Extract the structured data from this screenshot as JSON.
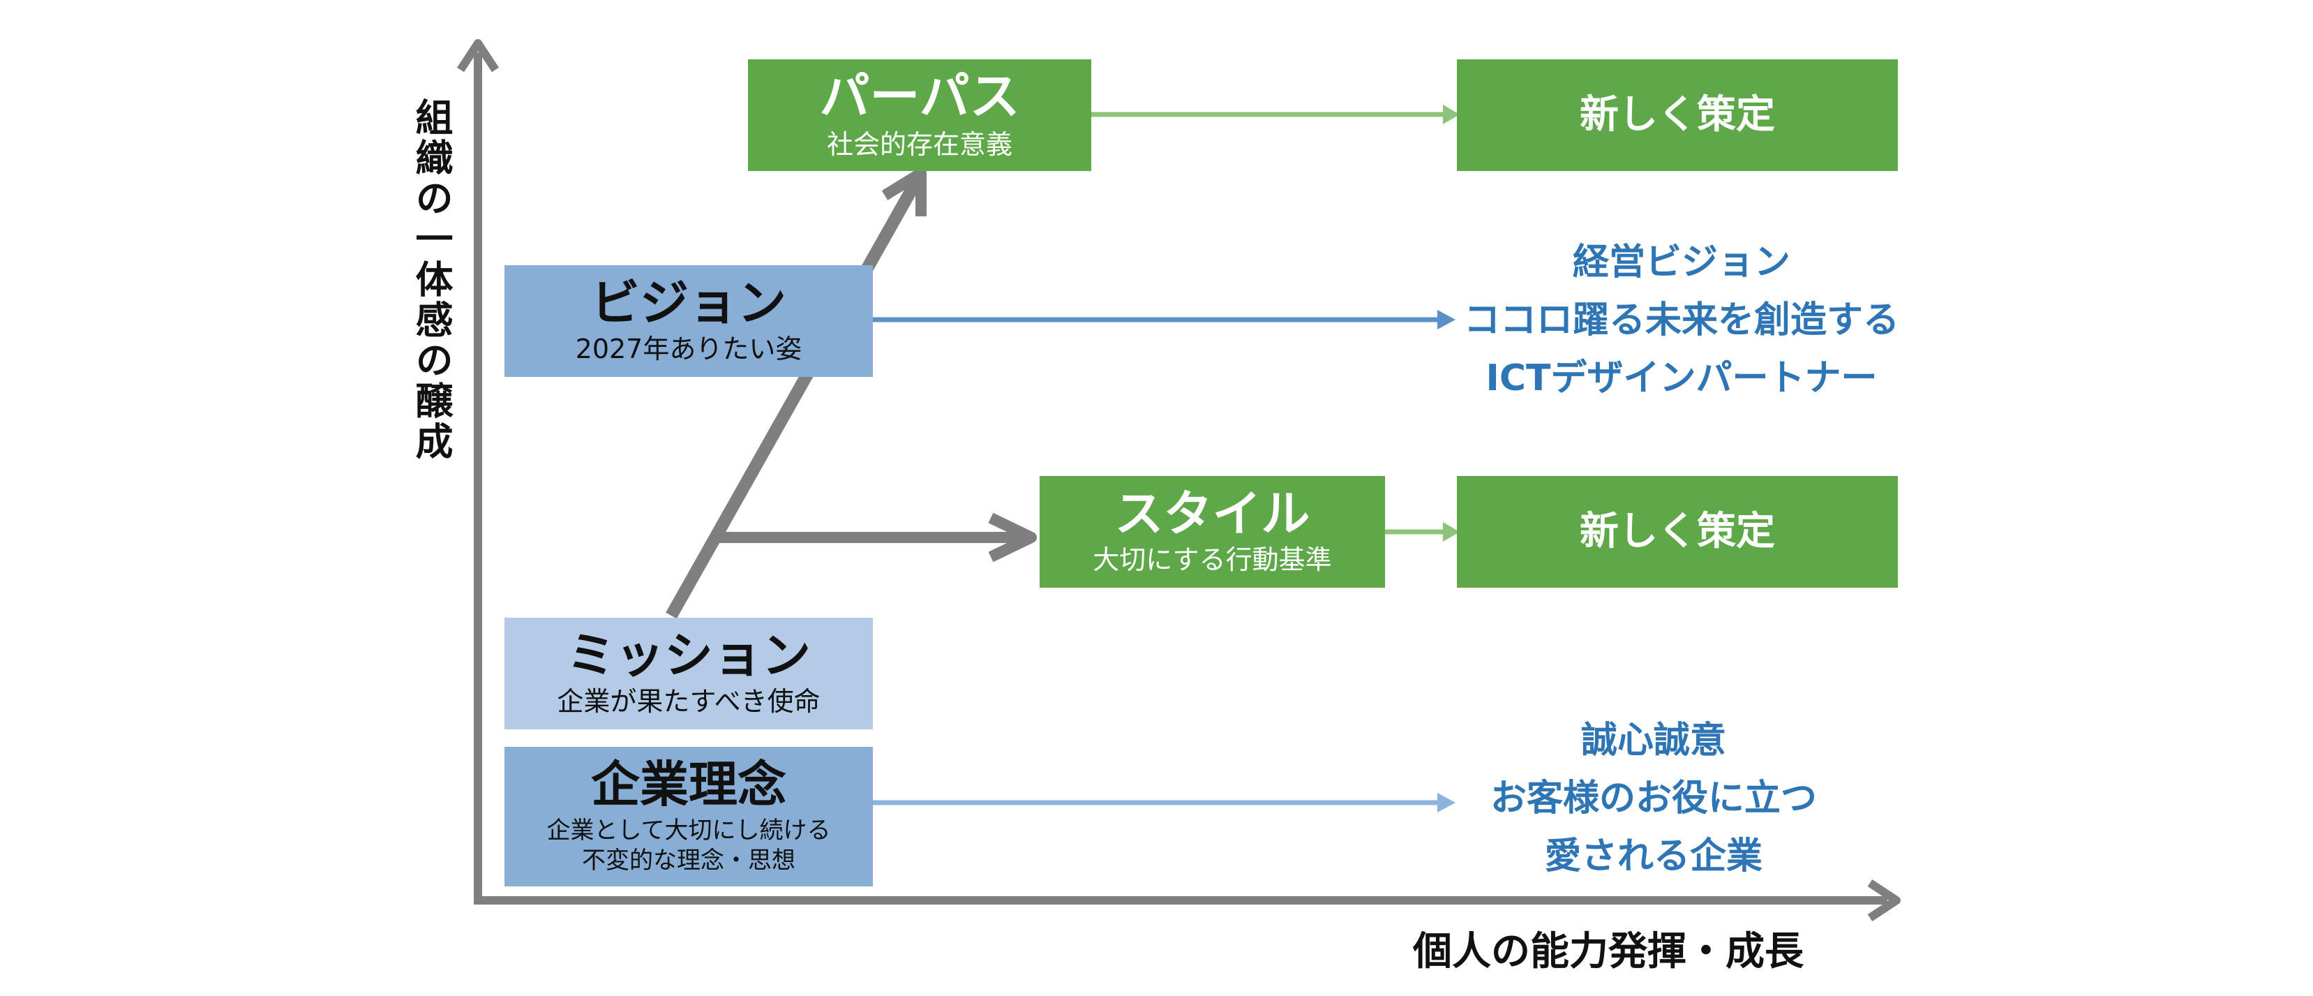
{
  "axes": {
    "y_label": "組織の一体感の醸成",
    "x_label": "個人の能力発揮・成長"
  },
  "boxes": {
    "purpose": {
      "title": "パーパス",
      "subtitle": "社会的存在意義",
      "color": "#5ea84a"
    },
    "vision": {
      "title": "ビジョン",
      "subtitle": "2027年ありたい姿",
      "color": "#88aed6"
    },
    "style": {
      "title": "スタイル",
      "subtitle": "大切にする行動基準",
      "color": "#5ea84a"
    },
    "mission": {
      "title": "ミッション",
      "subtitle": "企業が果たすべき使命",
      "color": "#b3cbe6"
    },
    "philosophy": {
      "title": "企業理念",
      "subtitle_line1": "企業として大切にし続ける",
      "subtitle_line2": "不変的な理念・思想",
      "color": "#88aed6"
    }
  },
  "outcomes": {
    "purpose_result": "新しく策定",
    "style_result": "新しく策定",
    "vision_lines": [
      "経営ビジョン",
      "ココロ躍る未来を創造する",
      "ICTデザインパートナー"
    ],
    "philosophy_lines": [
      "誠心誠意",
      "お客様のお役に立つ",
      "愛される企業"
    ]
  },
  "colors": {
    "axis_gray": "#7f7f7f",
    "green_arrow": "#8cc47a",
    "blue_arrow": "#5a8fc8",
    "light_blue_arrow": "#8db3dc",
    "outcome_blue_text": "#2e75b6"
  }
}
